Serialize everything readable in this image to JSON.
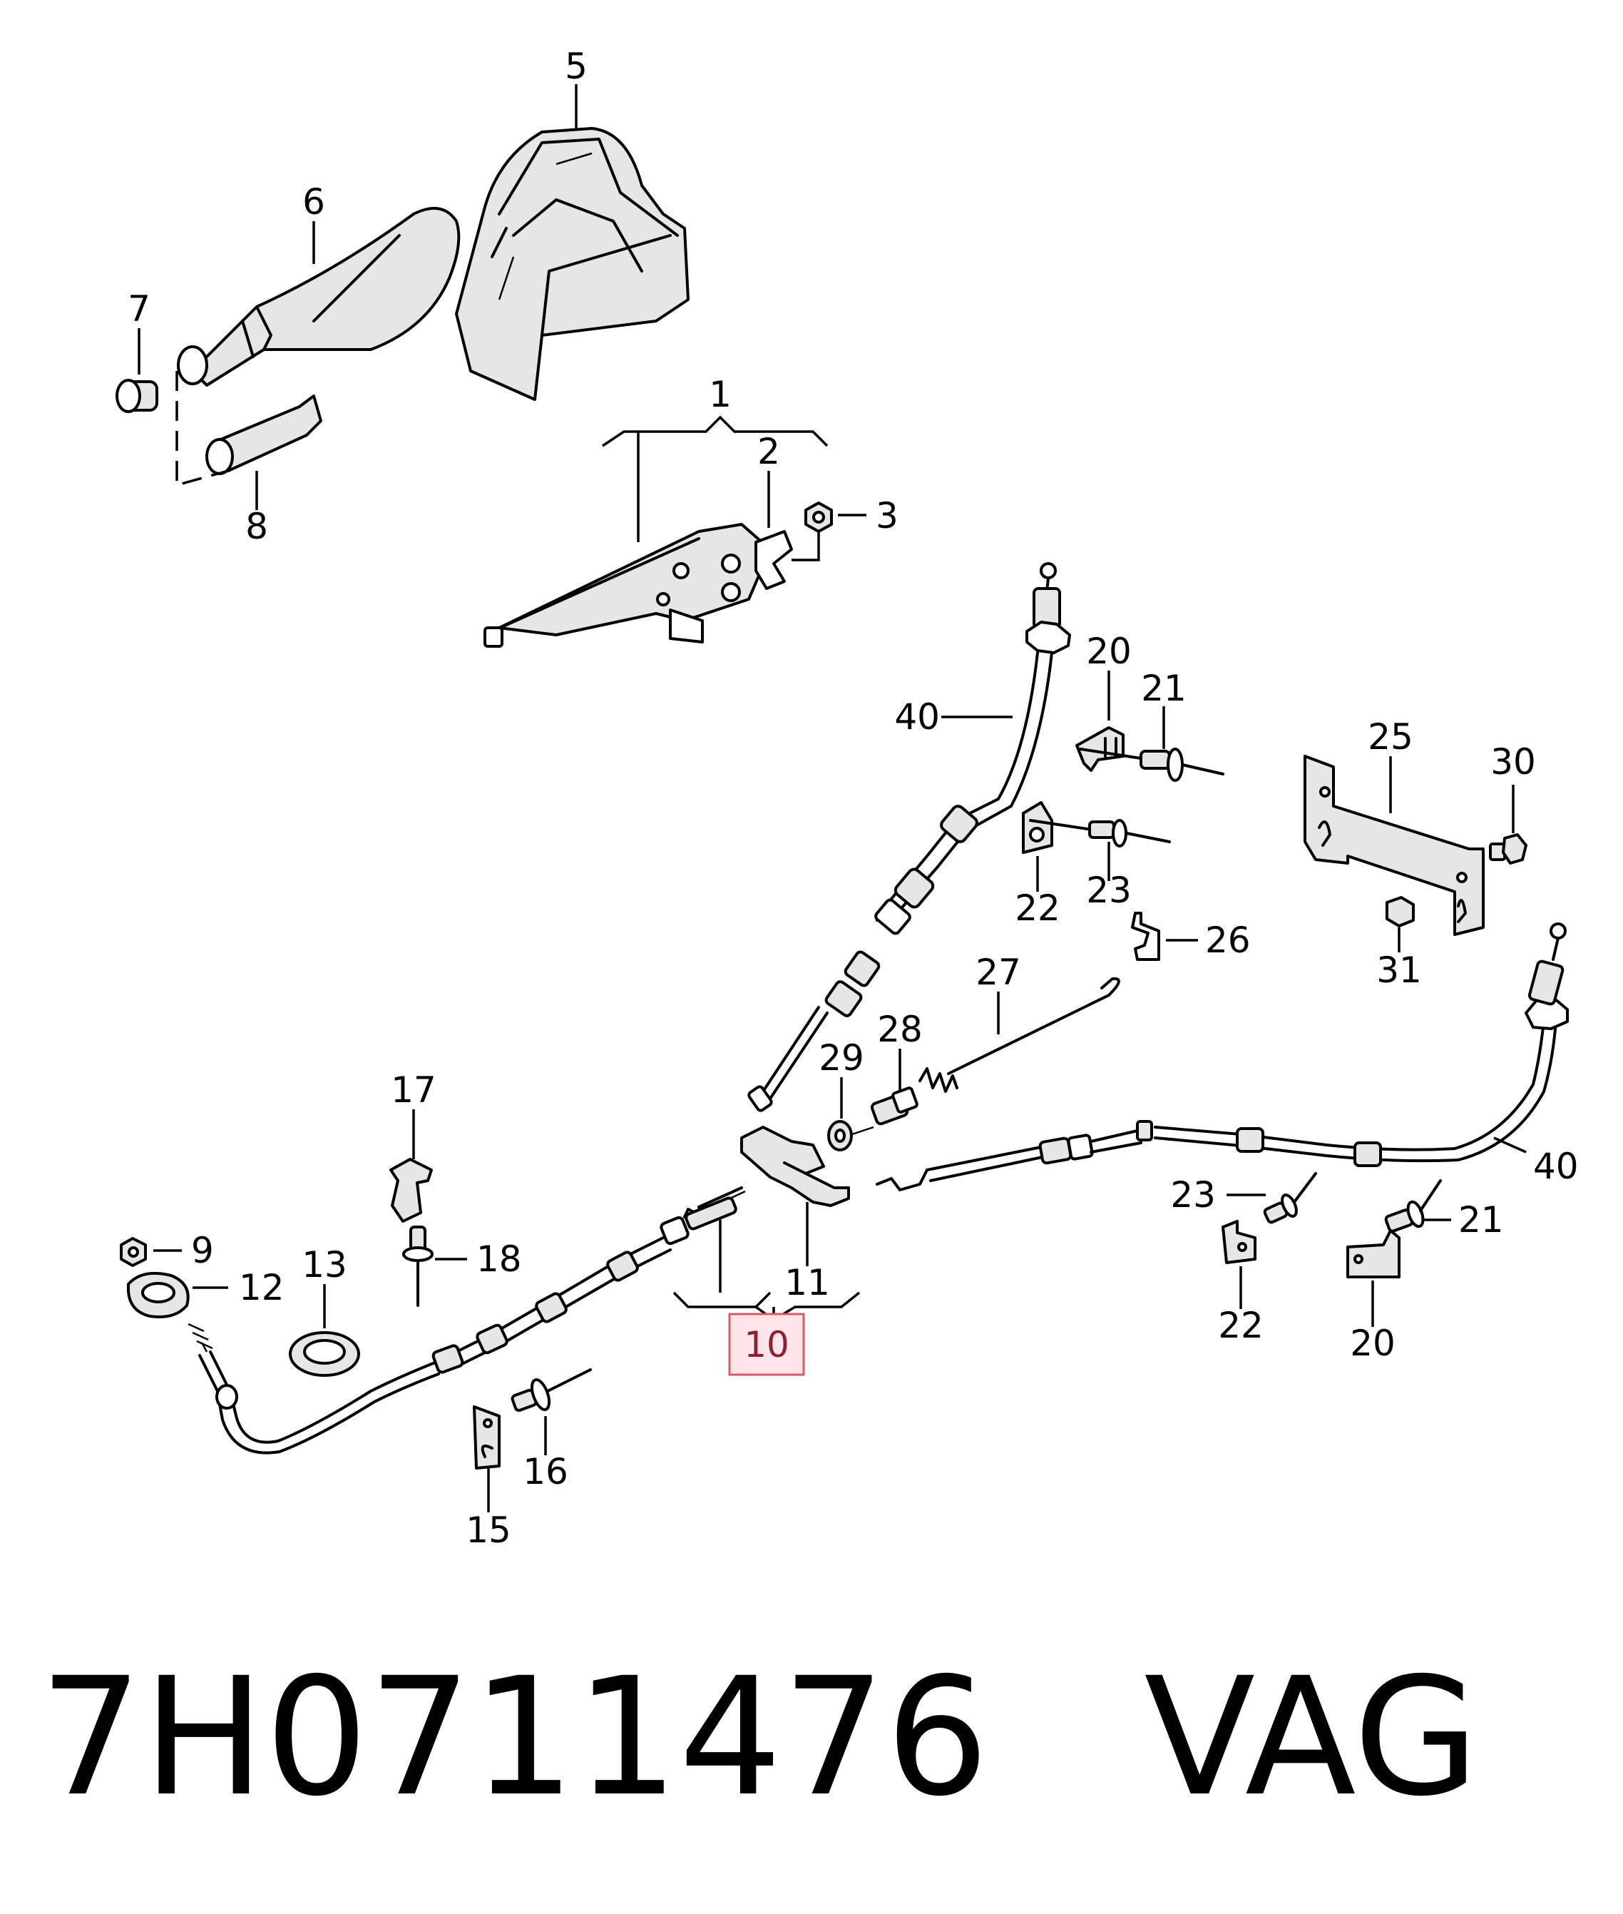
{
  "diagram": {
    "callouts": {
      "c1": "1",
      "c2": "2",
      "c3": "3",
      "c5": "5",
      "c6": "6",
      "c7": "7",
      "c8": "8",
      "c9": "9",
      "c10": "10",
      "c11": "11",
      "c12": "12",
      "c13": "13",
      "c15": "15",
      "c16": "16",
      "c17": "17",
      "c18": "18",
      "c20a": "20",
      "c20b": "20",
      "c21a": "21",
      "c21b": "21",
      "c22a": "22",
      "c22b": "22",
      "c23a": "23",
      "c23b": "23",
      "c25": "25",
      "c26": "26",
      "c27": "27",
      "c28": "28",
      "c29": "29",
      "c30": "30",
      "c31": "31",
      "c40a": "40",
      "c40b": "40"
    },
    "highlighted_callout": "10",
    "highlight_color": "#ffe5ea"
  },
  "footer": {
    "part_number": "7H0711476",
    "brand": "VAG"
  }
}
